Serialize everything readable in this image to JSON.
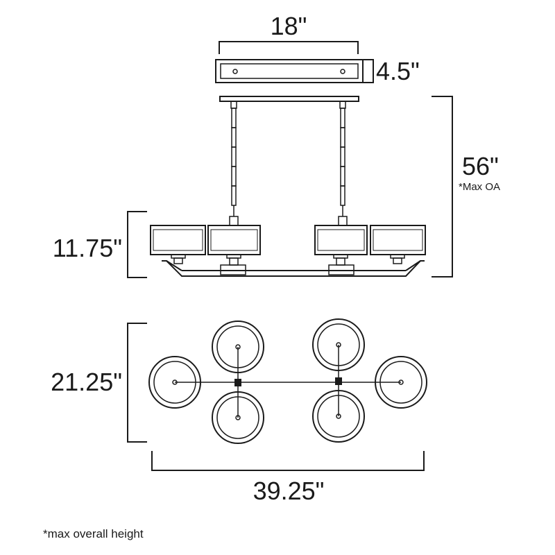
{
  "dimensions": {
    "canopy_width": "18\"",
    "canopy_depth": "4.5\"",
    "overall_height": "56\"",
    "overall_height_note": "*Max OA",
    "body_height": "11.75\"",
    "depth": "21.25\"",
    "width": "39.25\""
  },
  "footnote": "*max overall height",
  "colors": {
    "line": "#1a1a1a",
    "shade_fill": "#ffffff"
  }
}
